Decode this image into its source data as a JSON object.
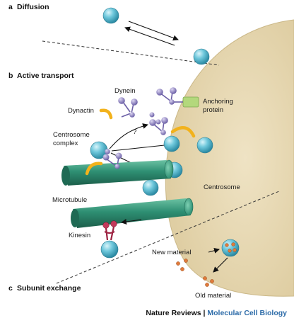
{
  "sections": {
    "a": {
      "letter": "a",
      "title": "Diffusion"
    },
    "b": {
      "letter": "b",
      "title": "Active transport"
    },
    "c": {
      "letter": "c",
      "title": "Subunit exchange"
    }
  },
  "labels": {
    "dynein": "Dynein",
    "anchoring_protein_line1": "Anchoring",
    "anchoring_protein_line2": "protein",
    "dynactin": "Dynactin",
    "question": "?",
    "centrosome_complex_line1": "Centrosome",
    "centrosome_complex_line2": "complex",
    "microtubule": "Microtubule",
    "centrosome": "Centrosome",
    "kinesin": "Kinesin",
    "new_material": "New material",
    "old_material": "Old material"
  },
  "credit": {
    "journal": "Nature Reviews",
    "separator": "|",
    "subtitle": "Molecular Cell Biology"
  },
  "colors": {
    "centrosome_fill": "#e8d9b4",
    "sphere": "#4fb8cf",
    "microtubule": "#2e8f73",
    "dynein": "#8c7fc0",
    "dynactin": "#f2b21c",
    "anchoring_protein": "#b3d87c",
    "kinesin": "#9c2140",
    "subunit": "#e07a3a"
  }
}
